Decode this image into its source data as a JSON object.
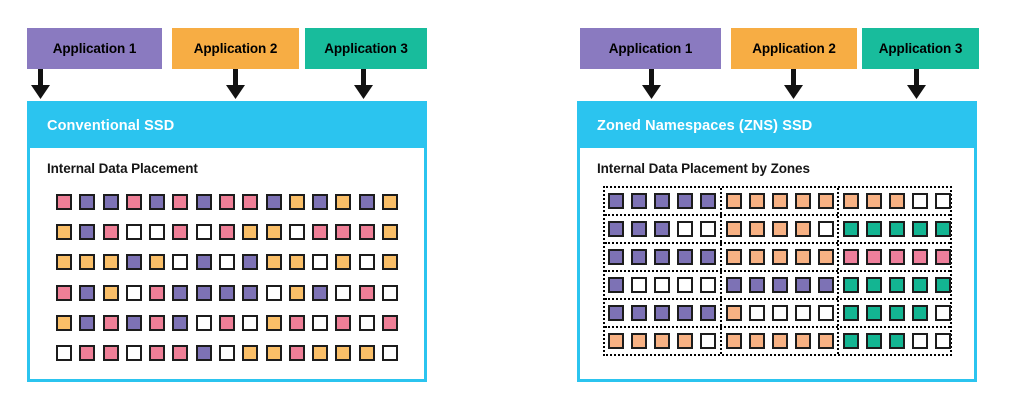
{
  "figure": {
    "title": "Conventional SSD vs Zoned Namespaces (ZNS) SSD internal data placement",
    "palette": {
      "app1_purple": "#8a7ac0",
      "app2_orange": "#f7ad44",
      "app3_teal": "#18bc9c",
      "ssd_cyan": "#2bc4ef",
      "cell_pink": "#ef7f97",
      "cell_purple": "#7d72b5",
      "cell_orange": "#fabf68",
      "cell_peach": "#f7b183",
      "cell_teal": "#13b592",
      "cell_pink_z": "#ee7f9b",
      "cell_empty": "#ffffff",
      "cell_border": "#1c1c1c",
      "zone_border": "#000000",
      "text_dark": "#161616",
      "text_light": "#ffffff"
    }
  },
  "panels": [
    {
      "id": "conventional",
      "apps": [
        {
          "label": "Application 1",
          "color": "#8a7ac0"
        },
        {
          "label": "Application 2",
          "color": "#f7ad44"
        },
        {
          "label": "Application 3",
          "color": "#18bc9c"
        }
      ],
      "ssd_title": "Conventional SSD",
      "body_subtitle": "Internal Data Placement",
      "grid": {
        "rows": 6,
        "cols": 15,
        "zoned": false,
        "cells": [
          [
            "pink",
            "purple",
            "purple",
            "pink",
            "purple",
            "pink",
            "purple",
            "pink",
            "pink",
            "purple",
            "orange",
            "purple",
            "orange",
            "purple",
            "orange"
          ],
          [
            "orange",
            "purple",
            "pink",
            "empty",
            "empty",
            "pink",
            "empty",
            "pink",
            "orange",
            "orange",
            "empty",
            "pink",
            "pink",
            "pink",
            "orange"
          ],
          [
            "orange",
            "orange",
            "orange",
            "purple",
            "orange",
            "empty",
            "purple",
            "empty",
            "purple",
            "orange",
            "orange",
            "empty",
            "orange",
            "empty",
            "orange"
          ],
          [
            "pink",
            "purple",
            "orange",
            "empty",
            "pink",
            "purple",
            "purple",
            "purple",
            "purple",
            "empty",
            "orange",
            "purple",
            "empty",
            "pink",
            "empty"
          ],
          [
            "orange",
            "purple",
            "pink",
            "purple",
            "pink",
            "purple",
            "empty",
            "pink",
            "empty",
            "orange",
            "pink",
            "empty",
            "pink",
            "empty",
            "pink"
          ],
          [
            "empty",
            "pink",
            "pink",
            "empty",
            "pink",
            "pink",
            "purple",
            "empty",
            "orange",
            "orange",
            "pink",
            "orange",
            "orange",
            "orange",
            "empty"
          ]
        ]
      }
    },
    {
      "id": "zns",
      "apps": [
        {
          "label": "Application 1",
          "color": "#8a7ac0"
        },
        {
          "label": "Application 2",
          "color": "#f7ad44"
        },
        {
          "label": "Application 3",
          "color": "#18bc9c"
        }
      ],
      "ssd_title": "Zoned Namespaces (ZNS) SSD",
      "body_subtitle": "Internal Data Placement by Zones",
      "grid": {
        "rows": 6,
        "cols": 15,
        "zoned": true,
        "zone_size": 5,
        "cells": [
          [
            "purple",
            "purple",
            "purple",
            "purple",
            "purple",
            "peach",
            "peach",
            "peach",
            "peach",
            "peach",
            "peach",
            "peach",
            "peach",
            "empty",
            "empty"
          ],
          [
            "purple",
            "purple",
            "purple",
            "empty",
            "empty",
            "peach",
            "peach",
            "peach",
            "peach",
            "empty",
            "teal",
            "teal",
            "teal",
            "teal",
            "teal"
          ],
          [
            "purple",
            "purple",
            "purple",
            "purple",
            "purple",
            "peach",
            "peach",
            "peach",
            "peach",
            "peach",
            "pinkz",
            "pinkz",
            "pinkz",
            "pinkz",
            "pinkz"
          ],
          [
            "purple",
            "empty",
            "empty",
            "empty",
            "empty",
            "purple",
            "purple",
            "purple",
            "purple",
            "purple",
            "teal",
            "teal",
            "teal",
            "teal",
            "teal"
          ],
          [
            "purple",
            "purple",
            "purple",
            "purple",
            "purple",
            "peach",
            "empty",
            "empty",
            "empty",
            "empty",
            "teal",
            "teal",
            "teal",
            "teal",
            "empty"
          ],
          [
            "peach",
            "peach",
            "peach",
            "peach",
            "empty",
            "peach",
            "peach",
            "peach",
            "peach",
            "peach",
            "teal",
            "teal",
            "teal",
            "empty",
            "empty"
          ]
        ]
      }
    }
  ]
}
